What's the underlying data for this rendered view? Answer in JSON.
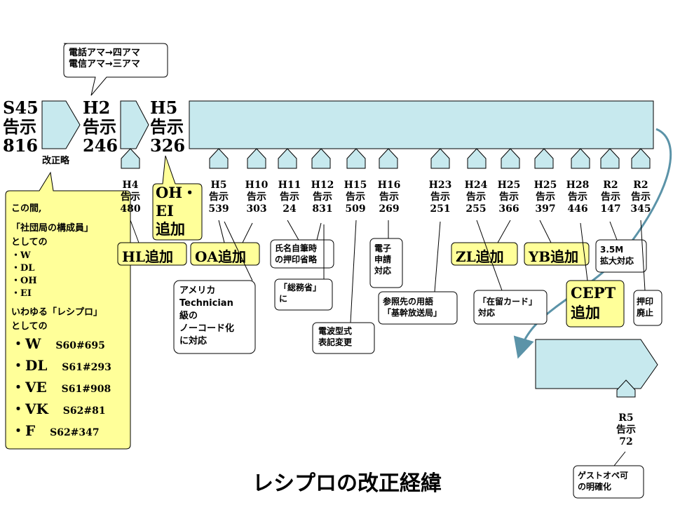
{
  "title": "レシプロの改正経緯",
  "colors": {
    "teal": "#c7e9ee",
    "yellow": "#ffff99",
    "stroke": "#000000",
    "arrow_blue": "#5b93a8"
  },
  "eras": {
    "s45": "S45\n告示\n816",
    "h2": "H2\n告示\n246",
    "h5": "H5\n告示\n326"
  },
  "notes": {
    "kaiseiryaku": "改正略",
    "top_callout": "電話アマ→四アマ\n電信アマ→三アマ"
  },
  "notices": [
    {
      "label": "H4\n告示\n480"
    },
    {
      "label": "H5\n告示\n539"
    },
    {
      "label": "H10\n告示\n303"
    },
    {
      "label": "H11\n告示\n24"
    },
    {
      "label": "H12\n告示\n831"
    },
    {
      "label": "H15\n告示\n509"
    },
    {
      "label": "H16\n告示\n269"
    },
    {
      "label": "H23\n告示\n251"
    },
    {
      "label": "H24\n告示\n255"
    },
    {
      "label": "H25\n告示\n366"
    },
    {
      "label": "H25\n告示\n397"
    },
    {
      "label": "H28\n告示\n446"
    },
    {
      "label": "R2\n告示\n147"
    },
    {
      "label": "R2\n告示\n345"
    },
    {
      "label": "R5\n告示\n72"
    }
  ],
  "additions": {
    "oh_ei": "OH・\nEI\n追加",
    "hl": "HL追加",
    "oa": "OA追加",
    "zl": "ZL追加",
    "yb": "YB追加",
    "cept": "CEPT\n追加"
  },
  "callouts": {
    "american": "アメリカ\nTechnician\n級の\nノーコード化\nに対応",
    "seal_omit": "氏名自筆時\nの押印省略",
    "soumusho": "「総務省」\nに",
    "denpa": "電波型式\n表記変更",
    "denshi": "電子\n申請\n対応",
    "sansho": "参照先の用語\n「基幹放送局」",
    "zairyu": "「在留カード」\n対応",
    "m35": "3.5M\n拡大対応",
    "ounin": "押印\n廃止",
    "guest": "ゲストオペ可\nの明確化"
  },
  "left_note": {
    "line1": "この間,",
    "line2": "「社団局の構成員」",
    "line3": "としての",
    "items_small": [
      "・W",
      "・DL",
      "・OH",
      "・EI"
    ],
    "line4": "いわゆる「レシプロ」",
    "line5": "としての",
    "items_big": [
      {
        "label": "・W",
        "ref": "S60#695"
      },
      {
        "label": "・DL",
        "ref": "S61#293"
      },
      {
        "label": "・VE",
        "ref": "S61#908"
      },
      {
        "label": "・VK",
        "ref": "S62#81"
      },
      {
        "label": "・F",
        "ref": "S62#347"
      }
    ]
  }
}
